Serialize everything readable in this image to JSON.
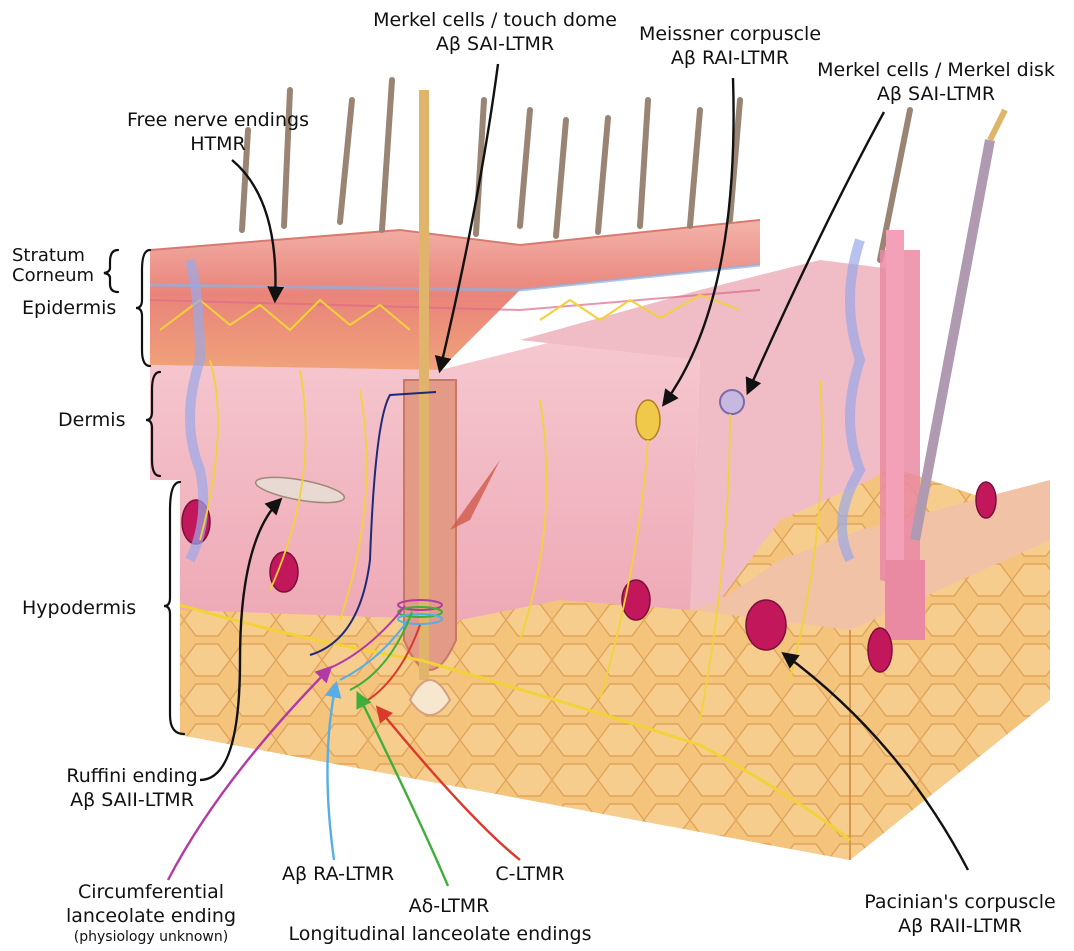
{
  "diagram": {
    "layers": {
      "stratum_corneum": [
        "Stratum",
        "Corneum"
      ],
      "epidermis": "Epidermis",
      "dermis": "Dermis",
      "hypodermis": "Hypodermis"
    },
    "receptors": {
      "free_nerve_endings": [
        "Free nerve endings",
        "HTMR"
      ],
      "merkel_touch_dome": [
        "Merkel cells / touch dome",
        "Aβ SAI-LTMR"
      ],
      "meissner": [
        "Meissner corpuscle",
        "Aβ RAI-LTMR"
      ],
      "merkel_disk": [
        "Merkel cells / Merkel disk",
        "Aβ SAI-LTMR"
      ],
      "ruffini": [
        "Ruffini ending",
        "Aβ SAII-LTMR"
      ],
      "circumferential": [
        "Circumferential",
        "lanceolate ending",
        "(physiology unknown)"
      ],
      "ab_ra": "Aβ RA-LTMR",
      "ad": "Aδ-LTMR",
      "c_ltmr": "C-LTMR",
      "longitudinal": "Longitudinal lanceolate endings",
      "pacinian": [
        "Pacinian's corpuscle",
        "Aβ RAII-LTMR"
      ]
    },
    "colors": {
      "hypodermis_fat": "#f4c37a",
      "dermis": "#f2b8c0",
      "epidermis": "#e98b86",
      "nerve_yellow": "#f2d23a",
      "ab_ra_blue": "#57aee6",
      "ad_green": "#3fae3a",
      "c_red": "#d93a2b",
      "circ_purple": "#b23aa6",
      "dark_navy": "#1e2a78",
      "corpuscle": "#c2185b"
    }
  }
}
